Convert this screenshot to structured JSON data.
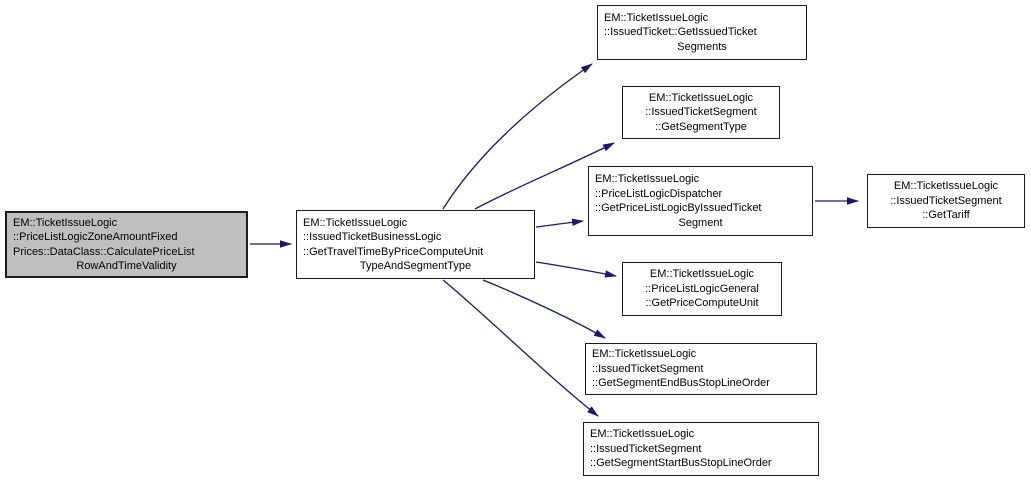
{
  "diagram": {
    "type": "call-graph",
    "colors": {
      "edge": "#191970",
      "node_border": "#1c1c1c",
      "node_fill": "#ffffff",
      "highlight_fill": "#bfbfbf",
      "text": "#000000",
      "background": "#ffffff"
    },
    "nodes": [
      {
        "id": "main",
        "highlighted": true,
        "lines": [
          "EM::TicketIssueLogic",
          "::PriceListLogicZoneAmountFixed",
          "Prices::DataClass::CalculatePriceList",
          "RowAndTimeValidity"
        ]
      },
      {
        "id": "travel-time",
        "highlighted": false,
        "lines": [
          "EM::TicketIssueLogic",
          "::IssuedTicketBusinessLogic",
          "::GetTravelTimeByPriceComputeUnit",
          "TypeAndSegmentType"
        ]
      },
      {
        "id": "get-issued-ticket-segments",
        "highlighted": false,
        "lines": [
          "EM::TicketIssueLogic",
          "::IssuedTicket::GetIssuedTicket",
          "Segments"
        ]
      },
      {
        "id": "get-segment-type",
        "highlighted": false,
        "lines": [
          "EM::TicketIssueLogic",
          "::IssuedTicketSegment",
          "::GetSegmentType"
        ]
      },
      {
        "id": "get-price-list-logic-dispatcher",
        "highlighted": false,
        "lines": [
          "EM::TicketIssueLogic",
          "::PriceListLogicDispatcher",
          "::GetPriceListLogicByIssuedTicket",
          "Segment"
        ]
      },
      {
        "id": "get-tariff",
        "highlighted": false,
        "lines": [
          "EM::TicketIssueLogic",
          "::IssuedTicketSegment",
          "::GetTariff"
        ]
      },
      {
        "id": "get-price-compute-unit",
        "highlighted": false,
        "lines": [
          "EM::TicketIssueLogic",
          "::PriceListLogicGeneral",
          "::GetPriceComputeUnit"
        ]
      },
      {
        "id": "get-segment-end-bus-stop-line-order",
        "highlighted": false,
        "lines": [
          "EM::TicketIssueLogic",
          "::IssuedTicketSegment",
          "::GetSegmentEndBusStopLineOrder"
        ]
      },
      {
        "id": "get-segment-start-bus-stop-line-order",
        "highlighted": false,
        "lines": [
          "EM::TicketIssueLogic",
          "::IssuedTicketSegment",
          "::GetSegmentStartBusStopLineOrder"
        ]
      }
    ],
    "edges": [
      {
        "from": "main",
        "to": "travel-time"
      },
      {
        "from": "travel-time",
        "to": "get-issued-ticket-segments"
      },
      {
        "from": "travel-time",
        "to": "get-segment-type"
      },
      {
        "from": "travel-time",
        "to": "get-price-list-logic-dispatcher"
      },
      {
        "from": "travel-time",
        "to": "get-price-compute-unit"
      },
      {
        "from": "travel-time",
        "to": "get-segment-end-bus-stop-line-order"
      },
      {
        "from": "travel-time",
        "to": "get-segment-start-bus-stop-line-order"
      },
      {
        "from": "get-price-list-logic-dispatcher",
        "to": "get-tariff"
      }
    ]
  }
}
